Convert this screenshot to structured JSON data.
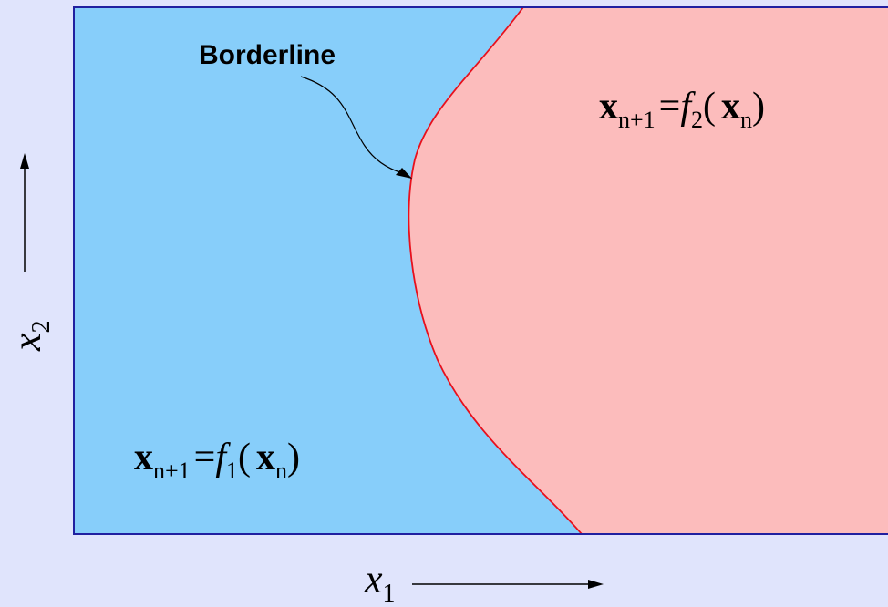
{
  "borderline": {
    "label": "Borderline"
  },
  "region_left": {
    "name": "f1-region",
    "fill": "#87cefa",
    "map_lhs_var": "x",
    "map_lhs_sub": "n+1",
    "map_equals": "=",
    "map_func": "f",
    "map_func_sub": "1",
    "map_open_paren": "(",
    "map_arg_var": "x",
    "map_arg_sub": "n",
    "map_close_paren": ")"
  },
  "region_right": {
    "name": "f2-region",
    "fill": "#fcbcbc",
    "map_lhs_var": "x",
    "map_lhs_sub": "n+1",
    "map_equals": "=",
    "map_func": "f",
    "map_func_sub": "2",
    "map_open_paren": "(",
    "map_arg_var": "x",
    "map_arg_sub": "n",
    "map_close_paren": ")"
  },
  "axes": {
    "x_var": "x",
    "x_sub": "1",
    "y_var": "x",
    "y_sub": "2"
  },
  "colors": {
    "background": "#e0e4fc",
    "frame": "#2020a0",
    "borderline": "#e8101c",
    "text": "#000000"
  }
}
